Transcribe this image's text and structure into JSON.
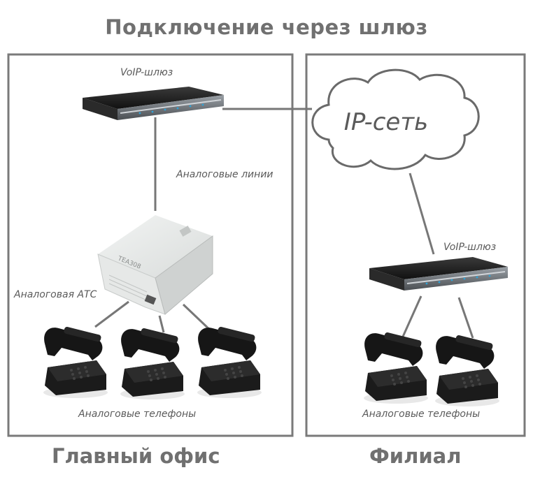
{
  "title": "Подключение через шлюз",
  "main_office": {
    "caption": "Главный офис",
    "gateway_label": "VoIP-шлюз",
    "lines_label": "Аналоговые линии",
    "pbx_label": "Аналоговая АТС",
    "pbx_model": "TEA308",
    "phones_label": "Аналоговые телефоны"
  },
  "branch": {
    "caption": "Филиал",
    "cloud_label": "IP-сеть",
    "gateway_label": "VoIP-шлюз",
    "phones_label": "Аналоговые телефоны"
  },
  "colors": {
    "frame": "#7a7a7a",
    "text": "#5a5a5a",
    "heading": "#707070",
    "device": "#1c1c1c"
  }
}
